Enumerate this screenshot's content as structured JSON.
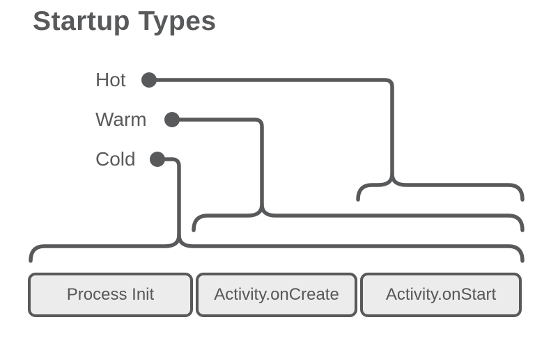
{
  "title": "Startup Types",
  "colors": {
    "ink": "#58595b",
    "box_fill": "#ececec",
    "box_text": "#565759",
    "background": "#ffffff"
  },
  "diagram": {
    "types": [
      {
        "label": "Hot"
      },
      {
        "label": "Warm"
      },
      {
        "label": "Cold"
      }
    ],
    "phases": [
      {
        "label": "Process Init"
      },
      {
        "label": "Activity.onCreate"
      },
      {
        "label": "Activity.onStart"
      }
    ],
    "mapping": [
      {
        "type": "Hot",
        "covers": [
          "Activity.onStart"
        ]
      },
      {
        "type": "Warm",
        "covers": [
          "Activity.onCreate",
          "Activity.onStart"
        ]
      },
      {
        "type": "Cold",
        "covers": [
          "Process Init",
          "Activity.onCreate",
          "Activity.onStart"
        ]
      }
    ]
  }
}
